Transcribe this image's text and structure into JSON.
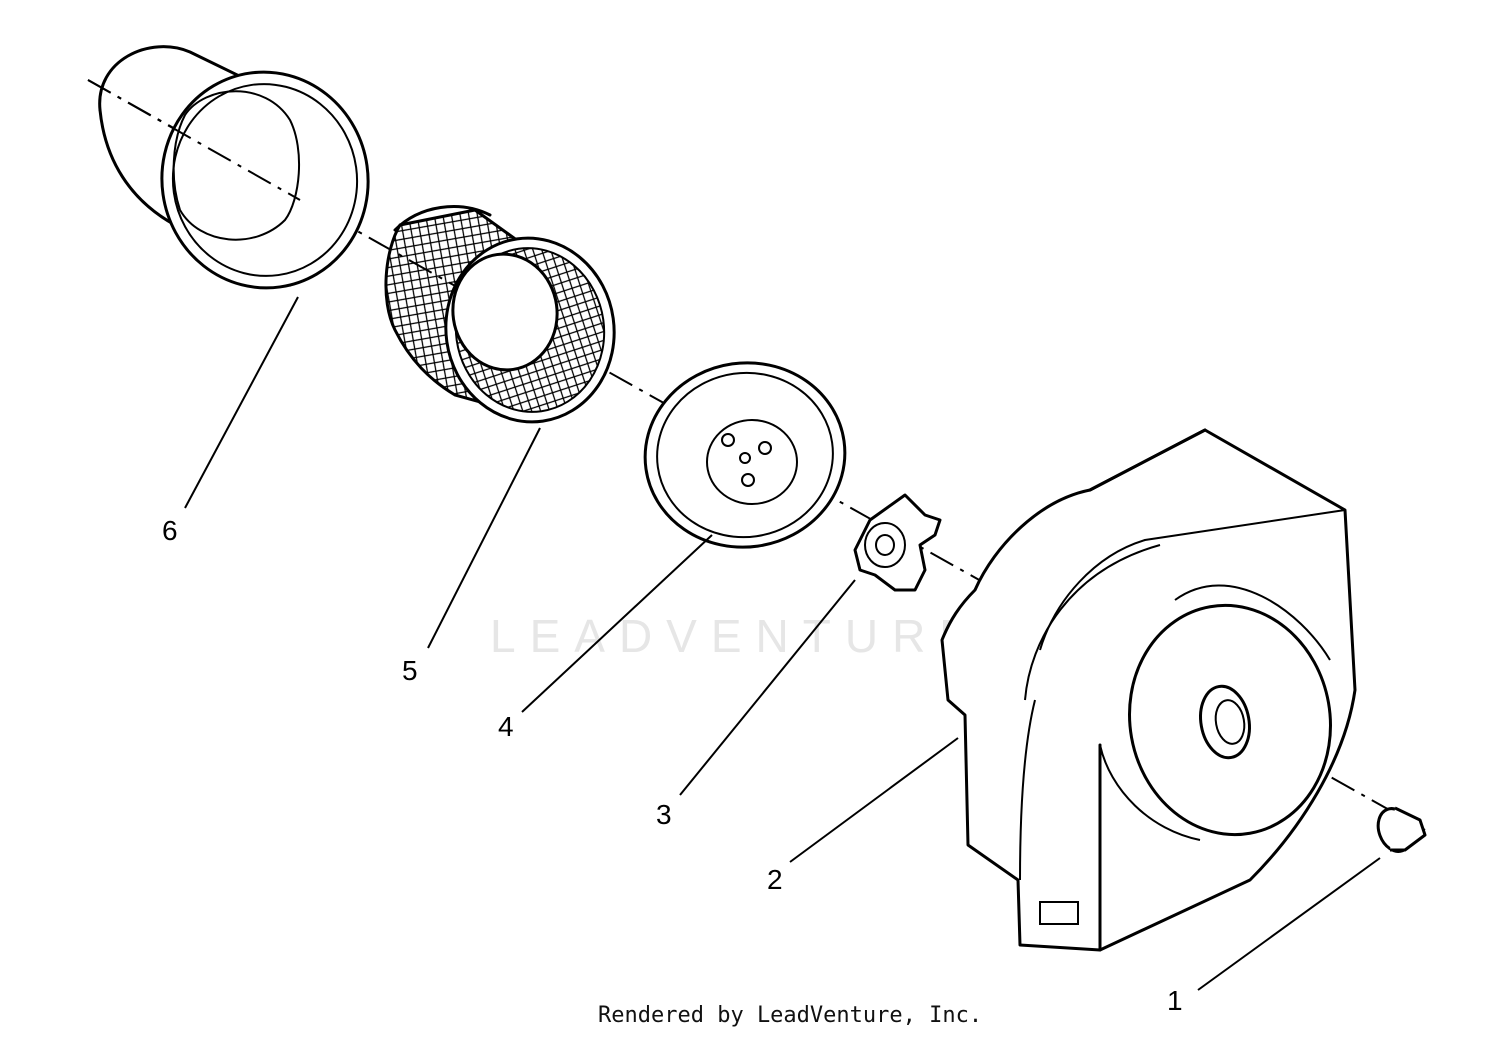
{
  "diagram": {
    "callouts": [
      {
        "label": "1"
      },
      {
        "label": "2"
      },
      {
        "label": "3"
      },
      {
        "label": "4"
      },
      {
        "label": "5"
      },
      {
        "label": "6"
      }
    ],
    "watermark": "LEADVENTURE",
    "footer": "Rendered by LeadVenture, Inc.",
    "colors": {
      "line": "#000000",
      "background": "#ffffff",
      "watermark": "#e6e6e6"
    }
  }
}
